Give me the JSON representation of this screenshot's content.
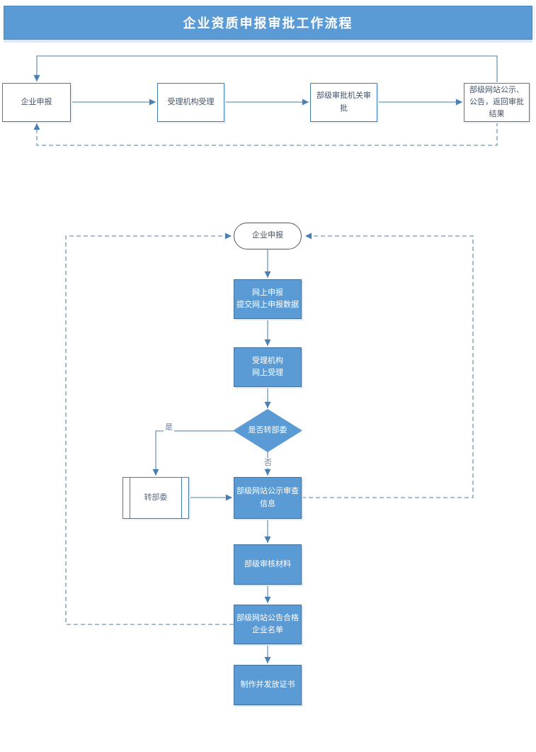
{
  "header": {
    "title": "企业资质申报审批工作流程"
  },
  "overview_flow": {
    "nodes": [
      {
        "label": "企业申报"
      },
      {
        "label": "受理机构受理"
      },
      {
        "label": "部级审批机关审批"
      },
      {
        "label": "部级网站公示、公告，返回审批结果"
      }
    ]
  },
  "detail_flow": {
    "start_label": "企业申报",
    "online_declare_label": "网上申报\n提交网上申报数据",
    "accept_label": "受理机构\n网上受理",
    "decision_label": "是否转部委",
    "yes_label": "是",
    "no_label": "否",
    "transfer_label": "转部委",
    "publicity_label": "部级网站公示审查信息",
    "review_label": "部级审核材料",
    "announce_label": "部级网站公告合格企业名单",
    "certificate_label": "制作并发放证书"
  },
  "colors": {
    "banner_fill": "#5b9bd5",
    "node_fill": "#5b9bd5",
    "node_border": "#41719c",
    "white_node_border": "#3f7cb6",
    "stadium_border": "#54585e",
    "line": "#7096bb",
    "arrowhead": "#4a7fb5",
    "text_dark": "#44546a",
    "text_light": "#ffffff"
  }
}
